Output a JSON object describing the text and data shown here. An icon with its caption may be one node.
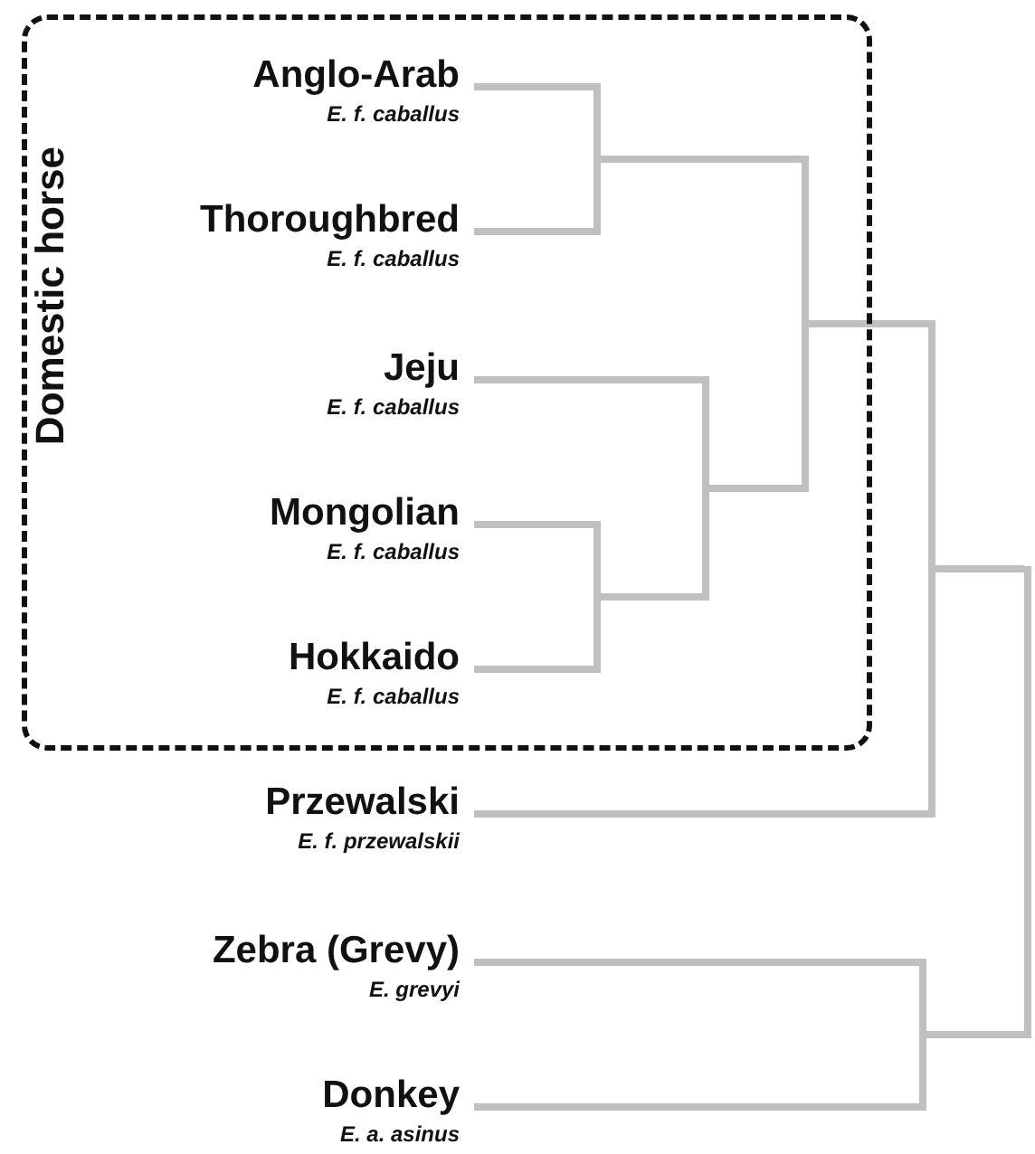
{
  "diagram": {
    "nodes": [
      {
        "text": [
          "Domestic horse"
        ]
      },
      {
        "text": [
          "Anglo-Arab",
          "E. f. caballus"
        ],
        "in": 0
      },
      {
        "text": [
          "Thoroughbred",
          "E. f. caballus"
        ],
        "in": 0
      },
      {
        "text": [
          "Jeju",
          "E. f. caballus"
        ],
        "in": 0
      },
      {
        "text": [
          "Mongolian",
          "E. f. caballus"
        ],
        "in": 0
      },
      {
        "text": [
          "Hokkaido",
          "E. f. caballus"
        ],
        "in": 0
      },
      {
        "text": [
          "Przewalski",
          "E. f. przewalskii"
        ]
      },
      {
        "text": [
          "Zebra (Grevy)",
          "E. grevyi"
        ]
      },
      {
        "text": [
          "Donkey",
          "E. a. asinus"
        ]
      },
      {
        "text": [],
        "shape": "bar",
        "in": 0
      },
      {
        "text": [],
        "shape": "bar",
        "in": 0
      },
      {
        "text": [],
        "shape": "bar",
        "in": 0
      },
      {
        "text": [],
        "shape": "bar",
        "in": 0
      },
      {
        "text": [],
        "shape": "bar"
      },
      {
        "text": [],
        "shape": "bar"
      },
      {
        "text": [],
        "shape": "bar"
      }
    ],
    "edges": [
      {
        "from": 1,
        "to": 9,
        "arrow": "none"
      },
      {
        "from": 2,
        "to": 9,
        "arrow": "none"
      },
      {
        "from": 4,
        "to": 10,
        "arrow": "none"
      },
      {
        "from": 5,
        "to": 10,
        "arrow": "none"
      },
      {
        "from": 3,
        "to": 11,
        "arrow": "none"
      },
      {
        "from": 10,
        "to": 11,
        "arrow": "none"
      },
      {
        "from": 9,
        "to": 12,
        "arrow": "none"
      },
      {
        "from": 11,
        "to": 12,
        "arrow": "none"
      },
      {
        "from": 12,
        "to": 13,
        "arrow": "none"
      },
      {
        "from": 6,
        "to": 13,
        "arrow": "none"
      },
      {
        "from": 7,
        "to": 14,
        "arrow": "none"
      },
      {
        "from": 8,
        "to": 14,
        "arrow": "none"
      },
      {
        "from": 13,
        "to": 15,
        "arrow": "none"
      },
      {
        "from": 14,
        "to": 15,
        "arrow": "none"
      }
    ]
  }
}
